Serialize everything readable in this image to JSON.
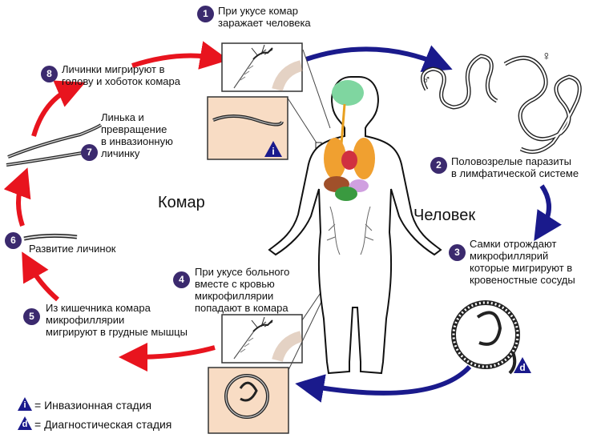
{
  "labels": {
    "host_mosquito": "Комар",
    "host_human": "Человек"
  },
  "steps": [
    {
      "num": "1",
      "text": "При укусе комар\nзаражает человека"
    },
    {
      "num": "2",
      "text": "Половозрелые паразиты\nв лимфатической системе"
    },
    {
      "num": "3",
      "text": "Самки отрождают\nмикрофиллярий\nкоторые мигрируют в\nкровеностные сосуды"
    },
    {
      "num": "4",
      "text": "При укусе больного\nвместе с кровью\nмикрофиллярии\nпопадают в комара"
    },
    {
      "num": "5",
      "text": "Из кишечника комара\nмикрофиллярии\nмигрируют в грудные мышцы"
    },
    {
      "num": "6",
      "text": "Развитие личинок"
    },
    {
      "num": "7",
      "text": "Линька и\nпревращение\nв инвазионную\nличинку"
    },
    {
      "num": "8",
      "text": "Личинки мигрируют в\nголову и хоботок комара"
    }
  ],
  "sex_symbols": {
    "male": "♂",
    "female": "♀"
  },
  "stage_marks": {
    "infective": "i",
    "diagnostic": "d"
  },
  "legend": [
    {
      "mark": "i",
      "text": "= Инвазионная стадия"
    },
    {
      "mark": "d",
      "text": "= Диагностическая стадия"
    }
  ],
  "colors": {
    "human_arrow": "#1a1a8c",
    "mosquito_arrow": "#e8141e",
    "badge": "#3b2a6e",
    "panel_bg": "#f8dcc4"
  }
}
